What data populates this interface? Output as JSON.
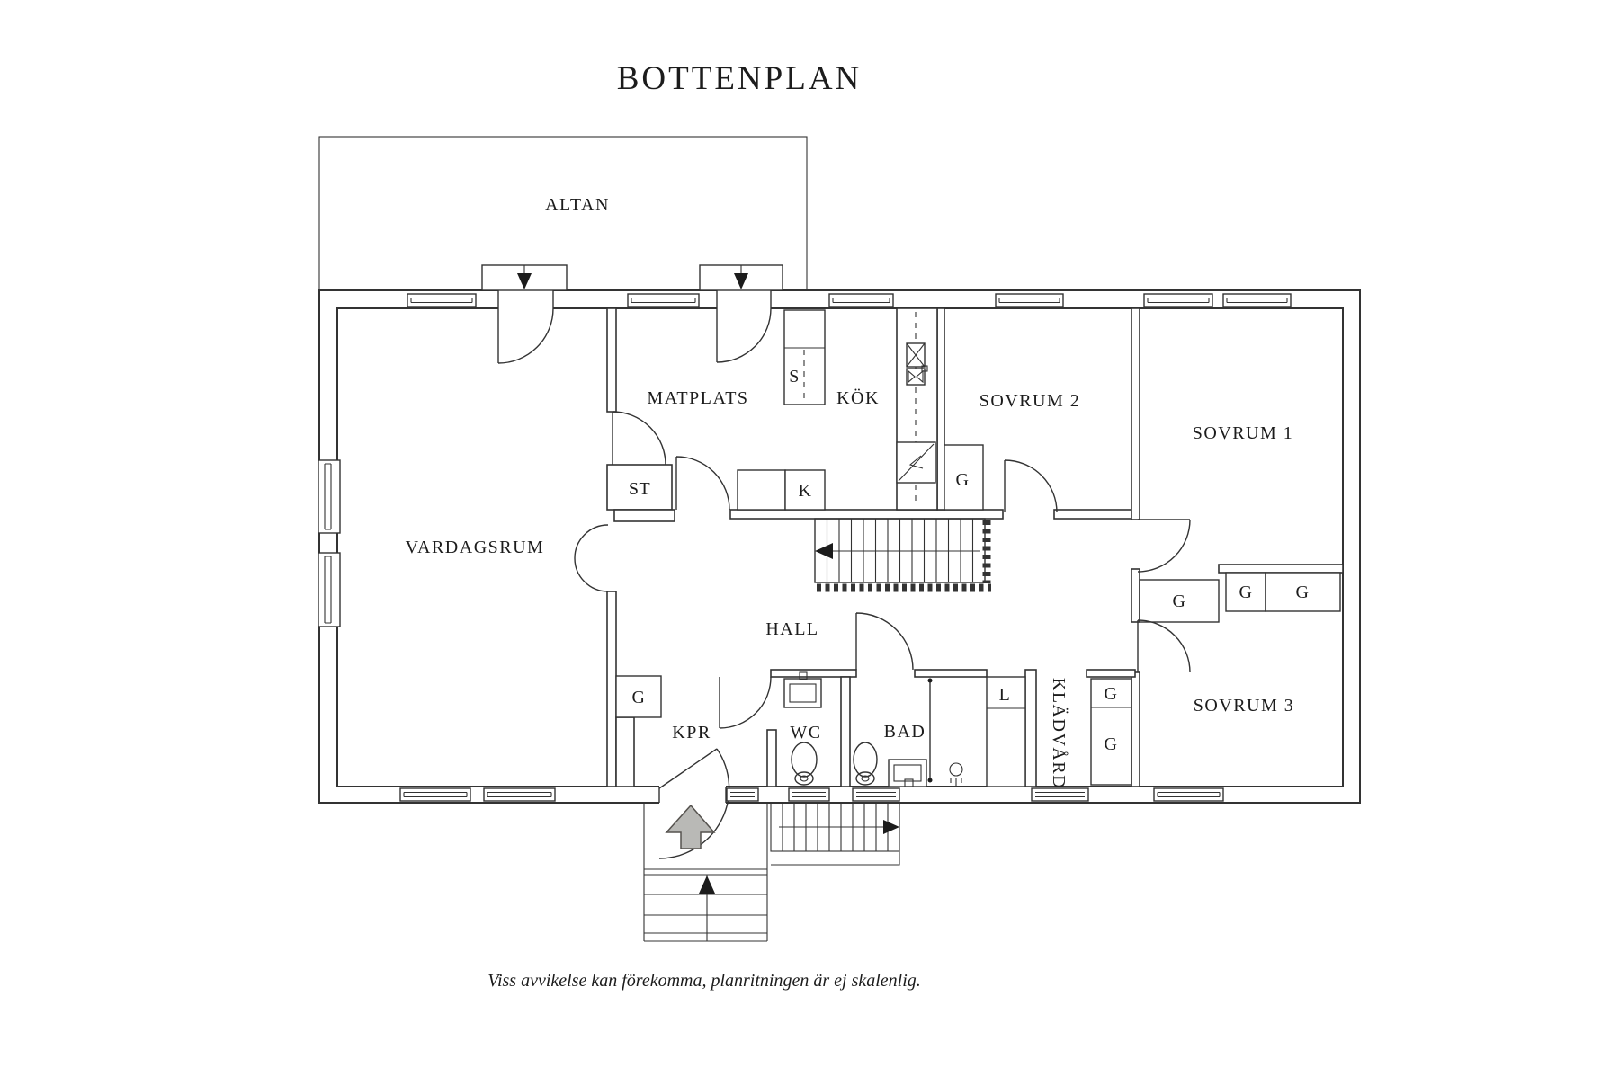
{
  "title": "BOTTENPLAN",
  "caption": "Viss avvikelse kan förekomma, planritningen är ej skalenlig.",
  "rooms": {
    "altan": "ALTAN",
    "vardagsrum": "VARDAGSRUM",
    "matplats": "MATPLATS",
    "kok": "KÖK",
    "sovrum1": "SOVRUM 1",
    "sovrum2": "SOVRUM 2",
    "sovrum3": "SOVRUM 3",
    "hall": "HALL",
    "kpr": "KPR",
    "wc": "WC",
    "bad": "BAD",
    "kladvard": "KLÄDVÅRD"
  },
  "closets": {
    "st": "ST",
    "s": "S",
    "k": "K",
    "g": "G",
    "l": "L"
  },
  "colors": {
    "line": "#333333",
    "text": "#1c1c1c",
    "entry_arrow_fill": "#b9b9b6"
  }
}
